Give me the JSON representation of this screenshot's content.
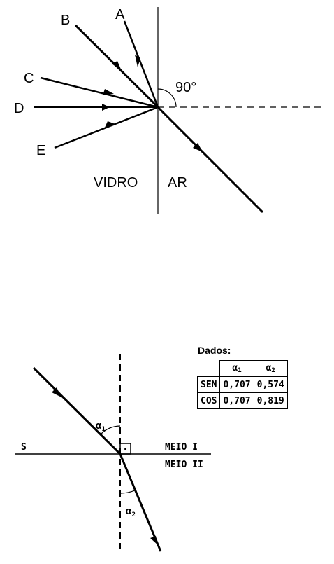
{
  "top_diagram": {
    "ray_labels": {
      "a": "A",
      "b": "B",
      "c": "C",
      "d": "D",
      "e": "E"
    },
    "angle_label": "90°",
    "medium_left": "VIDRO",
    "medium_right": "AR"
  },
  "bottom_diagram": {
    "surface_label": "S",
    "medium_1": "MEIO I",
    "medium_2": "MEIO II",
    "angle_1_symbol": "α",
    "angle_1_sub": "1",
    "angle_2_symbol": "α",
    "angle_2_sub": "2"
  },
  "data_table": {
    "title": "Dados:",
    "headers": [
      {
        "symbol": "α",
        "sub": "1"
      },
      {
        "symbol": "α",
        "sub": "2"
      }
    ],
    "rows": [
      {
        "label": "SEN",
        "values": [
          "0,707",
          "0,574"
        ]
      },
      {
        "label": "COS",
        "values": [
          "0,707",
          "0,819"
        ]
      }
    ]
  }
}
